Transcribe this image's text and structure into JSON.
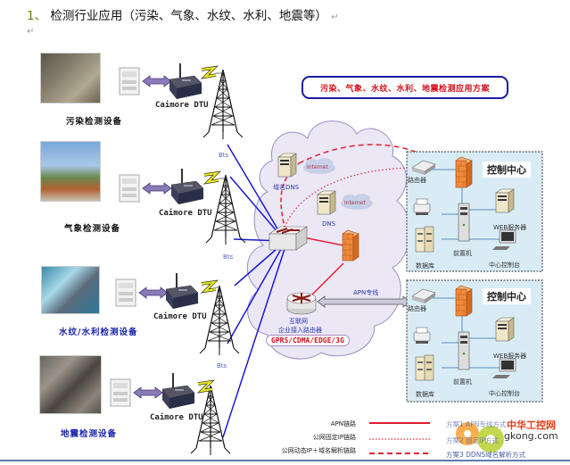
{
  "heading": {
    "number": "1、",
    "text": "检测行业应用（污染、气象、水纹、水利、地震等）",
    "return_mark": "↵"
  },
  "diagram": {
    "title": "污染、气象、水纹、水利、地震检测应用方案",
    "sites": [
      {
        "label": "污染检测设备",
        "label_color": "#111111",
        "photo": "sewage-pool-photo"
      },
      {
        "label": "气象检测设备",
        "label_color": "#111111",
        "photo": "weather-station-photo"
      },
      {
        "label": "水纹/水利检测设备",
        "label_color": "#1a28a8",
        "photo": "dam-reservoir-photo"
      },
      {
        "label": "地震检测设备",
        "label_color": "#1a28a8",
        "photo": "rock-slope-photo"
      }
    ],
    "dtu_label": "Caimore DTU",
    "bts_label": "Bts",
    "cloud": {
      "domain_dns": "域名DNS",
      "dns": "DNS",
      "internet": "Internet",
      "router_label_1": "互联网",
      "router_label_2": "企业接入路由器",
      "network_types": "GPRS/CDMA/EDGE/3G",
      "apn_line": "APN专线"
    },
    "control_centers": [
      {
        "title": "控制中心",
        "router": "路由器",
        "web_server": "WEB服务器",
        "host": "前置机",
        "database": "数据库",
        "console": "中心控制台"
      },
      {
        "title": "控制中心",
        "router": "路由器",
        "web_server": "WEB服务器",
        "host": "前置机",
        "database": "数据库",
        "console": "中心控制台"
      }
    ],
    "legend": [
      {
        "label": "APN链路",
        "style": "solid",
        "color": "#e02030",
        "desc": "方案1 APN专线方式"
      },
      {
        "label": "公网固定IP链路",
        "style": "dotted",
        "color": "#e02030",
        "desc": "方案2 固定IP方式"
      },
      {
        "label": "公网动态IP＋域名解析链路",
        "style": "dashed",
        "color": "#e02030",
        "desc": "方案3 DDNS域名解析方式"
      }
    ]
  },
  "watermark": {
    "name": "中华工控网",
    "url": "gkong.com"
  },
  "colors": {
    "accent_red": "#d4101a",
    "accent_blue": "#1a1aa0",
    "cloud_fill": "#e8e4f4",
    "control_fill": "#d9ecf5"
  }
}
